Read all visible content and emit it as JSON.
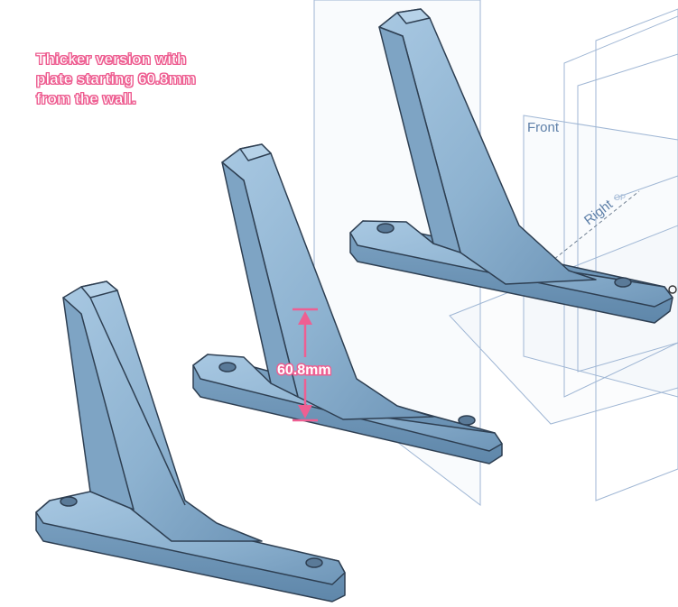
{
  "annotation": {
    "line1": "Thicker version with",
    "line2": "plate starting 60.8mm",
    "line3": "from the wall."
  },
  "dimension": {
    "label": "60.8mm"
  },
  "planes": {
    "front": "Front",
    "right": "Right"
  },
  "colors": {
    "part_fill": "#8fb3d1",
    "part_edge": "#2e3f52",
    "plane_stroke": "#9fb6d4",
    "annotation": "#ee5f92",
    "plane_label": "#5d7fa8"
  }
}
